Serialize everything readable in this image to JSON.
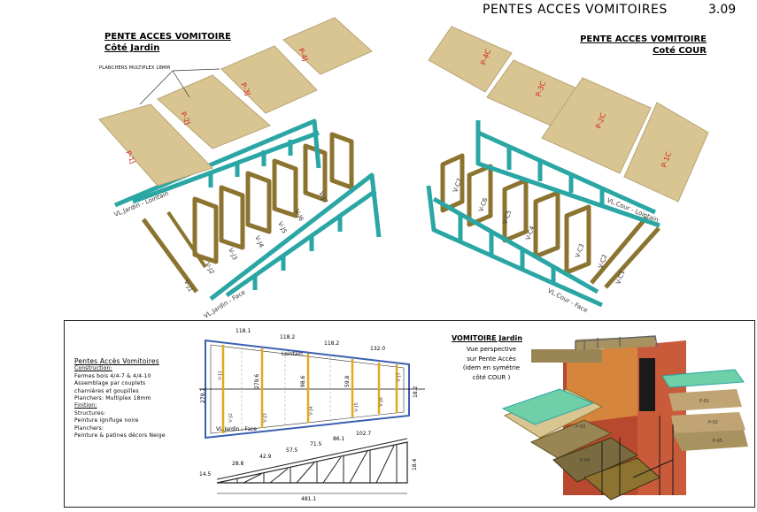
{
  "sheet": {
    "title": "PENTES ACCES VOMITOIRES",
    "number": "3.09"
  },
  "jardin_view": {
    "title": "PENTE ACCES VOMITOIRE",
    "subtitle": "Côté Jardin",
    "floor_note": "PLANCHERS MULTIPLEX 18MM",
    "panels": [
      "P-1J",
      "P-2J",
      "P-3J",
      "P-4J"
    ],
    "stringers": [
      "VL.Jardin - Lointain",
      "VL.Jardin - Face"
    ],
    "frames": [
      "V-J1",
      "V-J2",
      "V-J3",
      "V-J4",
      "V-J5",
      "V-J6",
      "V-J7"
    ]
  },
  "cour_view": {
    "title": "PENTE ACCES VOMITOIRE",
    "subtitle": "Coté COUR",
    "panels": [
      "P-4C",
      "P-3C",
      "P-2C",
      "P-1C"
    ],
    "stringers": [
      "VL.Cour - Lointain",
      "VL.Cour - Face"
    ],
    "frames": [
      "V-C7",
      "V-C6",
      "V-C5",
      "V-C4",
      "V-C3",
      "V-C2",
      "V-C1"
    ]
  },
  "notes": {
    "heading": "Pentes Accès Vomitoires",
    "construction_label": "Construction:",
    "construction_lines": [
      "Fermes bois 4/4-7 & 4/4-10",
      "Assemblage par couplets",
      "charnières et goupilles",
      "Planchers: Multiplex 18mm"
    ],
    "finition_label": "Finition:",
    "structures_label": "Structures:",
    "structures_value": "Peinture ignifuge noire",
    "planchers_label": "Planchers:",
    "planchers_value": "Peinture & patines décors Neige"
  },
  "plan": {
    "top_dims": [
      "118.1",
      "118.2",
      "118.2",
      "132.0"
    ],
    "height_left": "279.7",
    "height_right": "18.2",
    "frame_dims": [
      "279.6",
      "98.6",
      "59.8"
    ],
    "frame_labels": [
      "V-J1",
      "V-J2",
      "V-J3",
      "V-J4",
      "V-J5",
      "V-J6",
      "V-J7"
    ],
    "stringer_top": "Lointain",
    "stringer_bottom": "VL.Jardin - Face"
  },
  "elevation": {
    "heights": [
      "14.5",
      "28.8",
      "42.9",
      "57.5",
      "71.5",
      "86.1",
      "102.7"
    ],
    "right_height": "18.4",
    "total_length": "481.1"
  },
  "perspective": {
    "title": "VOMITOIRE Jardin",
    "caption_lines": [
      "Vue perspective",
      "sur Pente Accès",
      "(idem en symétrie",
      "côté COUR )"
    ],
    "panel_labels": [
      "P-01",
      "P-02",
      "P-03",
      "P-04",
      "P-05"
    ]
  },
  "colors": {
    "panel": "#d8c592",
    "panel_edge": "#b8a574",
    "steel": "#2aa6a4",
    "steel_dark": "#1c7e7c",
    "wood": "#8c7430",
    "wood_dark": "#5f4e1d",
    "label_red": "#d42020"
  }
}
